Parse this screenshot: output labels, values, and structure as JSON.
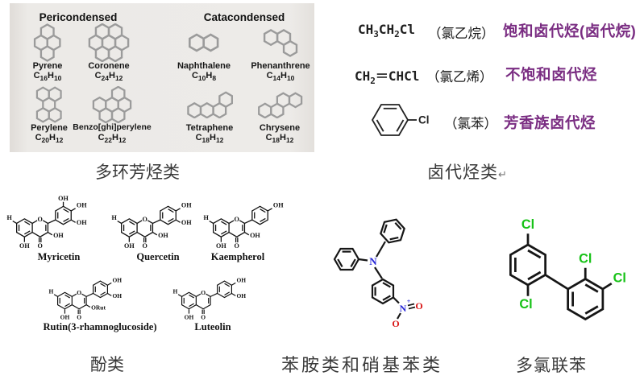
{
  "sections": {
    "pah_label": "多环芳烃类",
    "halide_label": "卤代烃类",
    "return_mark": "↵",
    "phenol_label": "酚类",
    "aniline_label": "苯胺类和硝基苯类",
    "pcb_label": "多氯联苯"
  },
  "pah": {
    "header_left": "Pericondensed",
    "header_right": "Catacondensed",
    "compounds": [
      {
        "name": "Pyrene",
        "f": [
          "C",
          "16",
          "H",
          "10"
        ]
      },
      {
        "name": "Coronene",
        "f": [
          "C",
          "24",
          "H",
          "12"
        ]
      },
      {
        "name": "Naphthalene",
        "f": [
          "C",
          "10",
          "H",
          "8"
        ]
      },
      {
        "name": "Phenanthrene",
        "f": [
          "C",
          "14",
          "H",
          "10"
        ]
      },
      {
        "name": "Perylene",
        "f": [
          "C",
          "20",
          "H",
          "12"
        ]
      },
      {
        "name": "Benzo[ghi]perylene",
        "f": [
          "C",
          "22",
          "H",
          "12"
        ]
      },
      {
        "name": "Tetraphene",
        "f": [
          "C",
          "18",
          "H",
          "12"
        ]
      },
      {
        "name": "Chrysene",
        "f": [
          "C",
          "18",
          "H",
          "12"
        ]
      }
    ]
  },
  "halides": {
    "rows": [
      {
        "f": [
          "CH",
          "3",
          "CH",
          "2",
          "Cl"
        ],
        "cn": "（氯乙烷）",
        "cat": "饱和卤代烃(卤代烷)"
      },
      {
        "f": [
          "CH",
          "2",
          "＝CHCl"
        ],
        "cn": "（氯乙烯）",
        "cat": "不饱和卤代烃"
      },
      {
        "cn": "（氯苯）",
        "cat": "芳香族卤代烃"
      }
    ]
  },
  "phenols": {
    "compounds": [
      {
        "name": "Myricetin"
      },
      {
        "name": "Quercetin"
      },
      {
        "name": "Kaempherol"
      },
      {
        "name": "Rutin(3-rhamnoglucoside)"
      },
      {
        "name": "Luteolin"
      }
    ]
  },
  "atoms": {
    "oh": "OH",
    "o": "O",
    "orut": "ORut",
    "cl": "Cl",
    "n": "N",
    "plus": "+"
  },
  "colors": {
    "purple": "#7a2d82",
    "chlorine_green": "#17c217",
    "nitrogen_blue": "#2424d6",
    "oxygen_red": "#d81414",
    "pah_gray": "#9b9b9b"
  }
}
